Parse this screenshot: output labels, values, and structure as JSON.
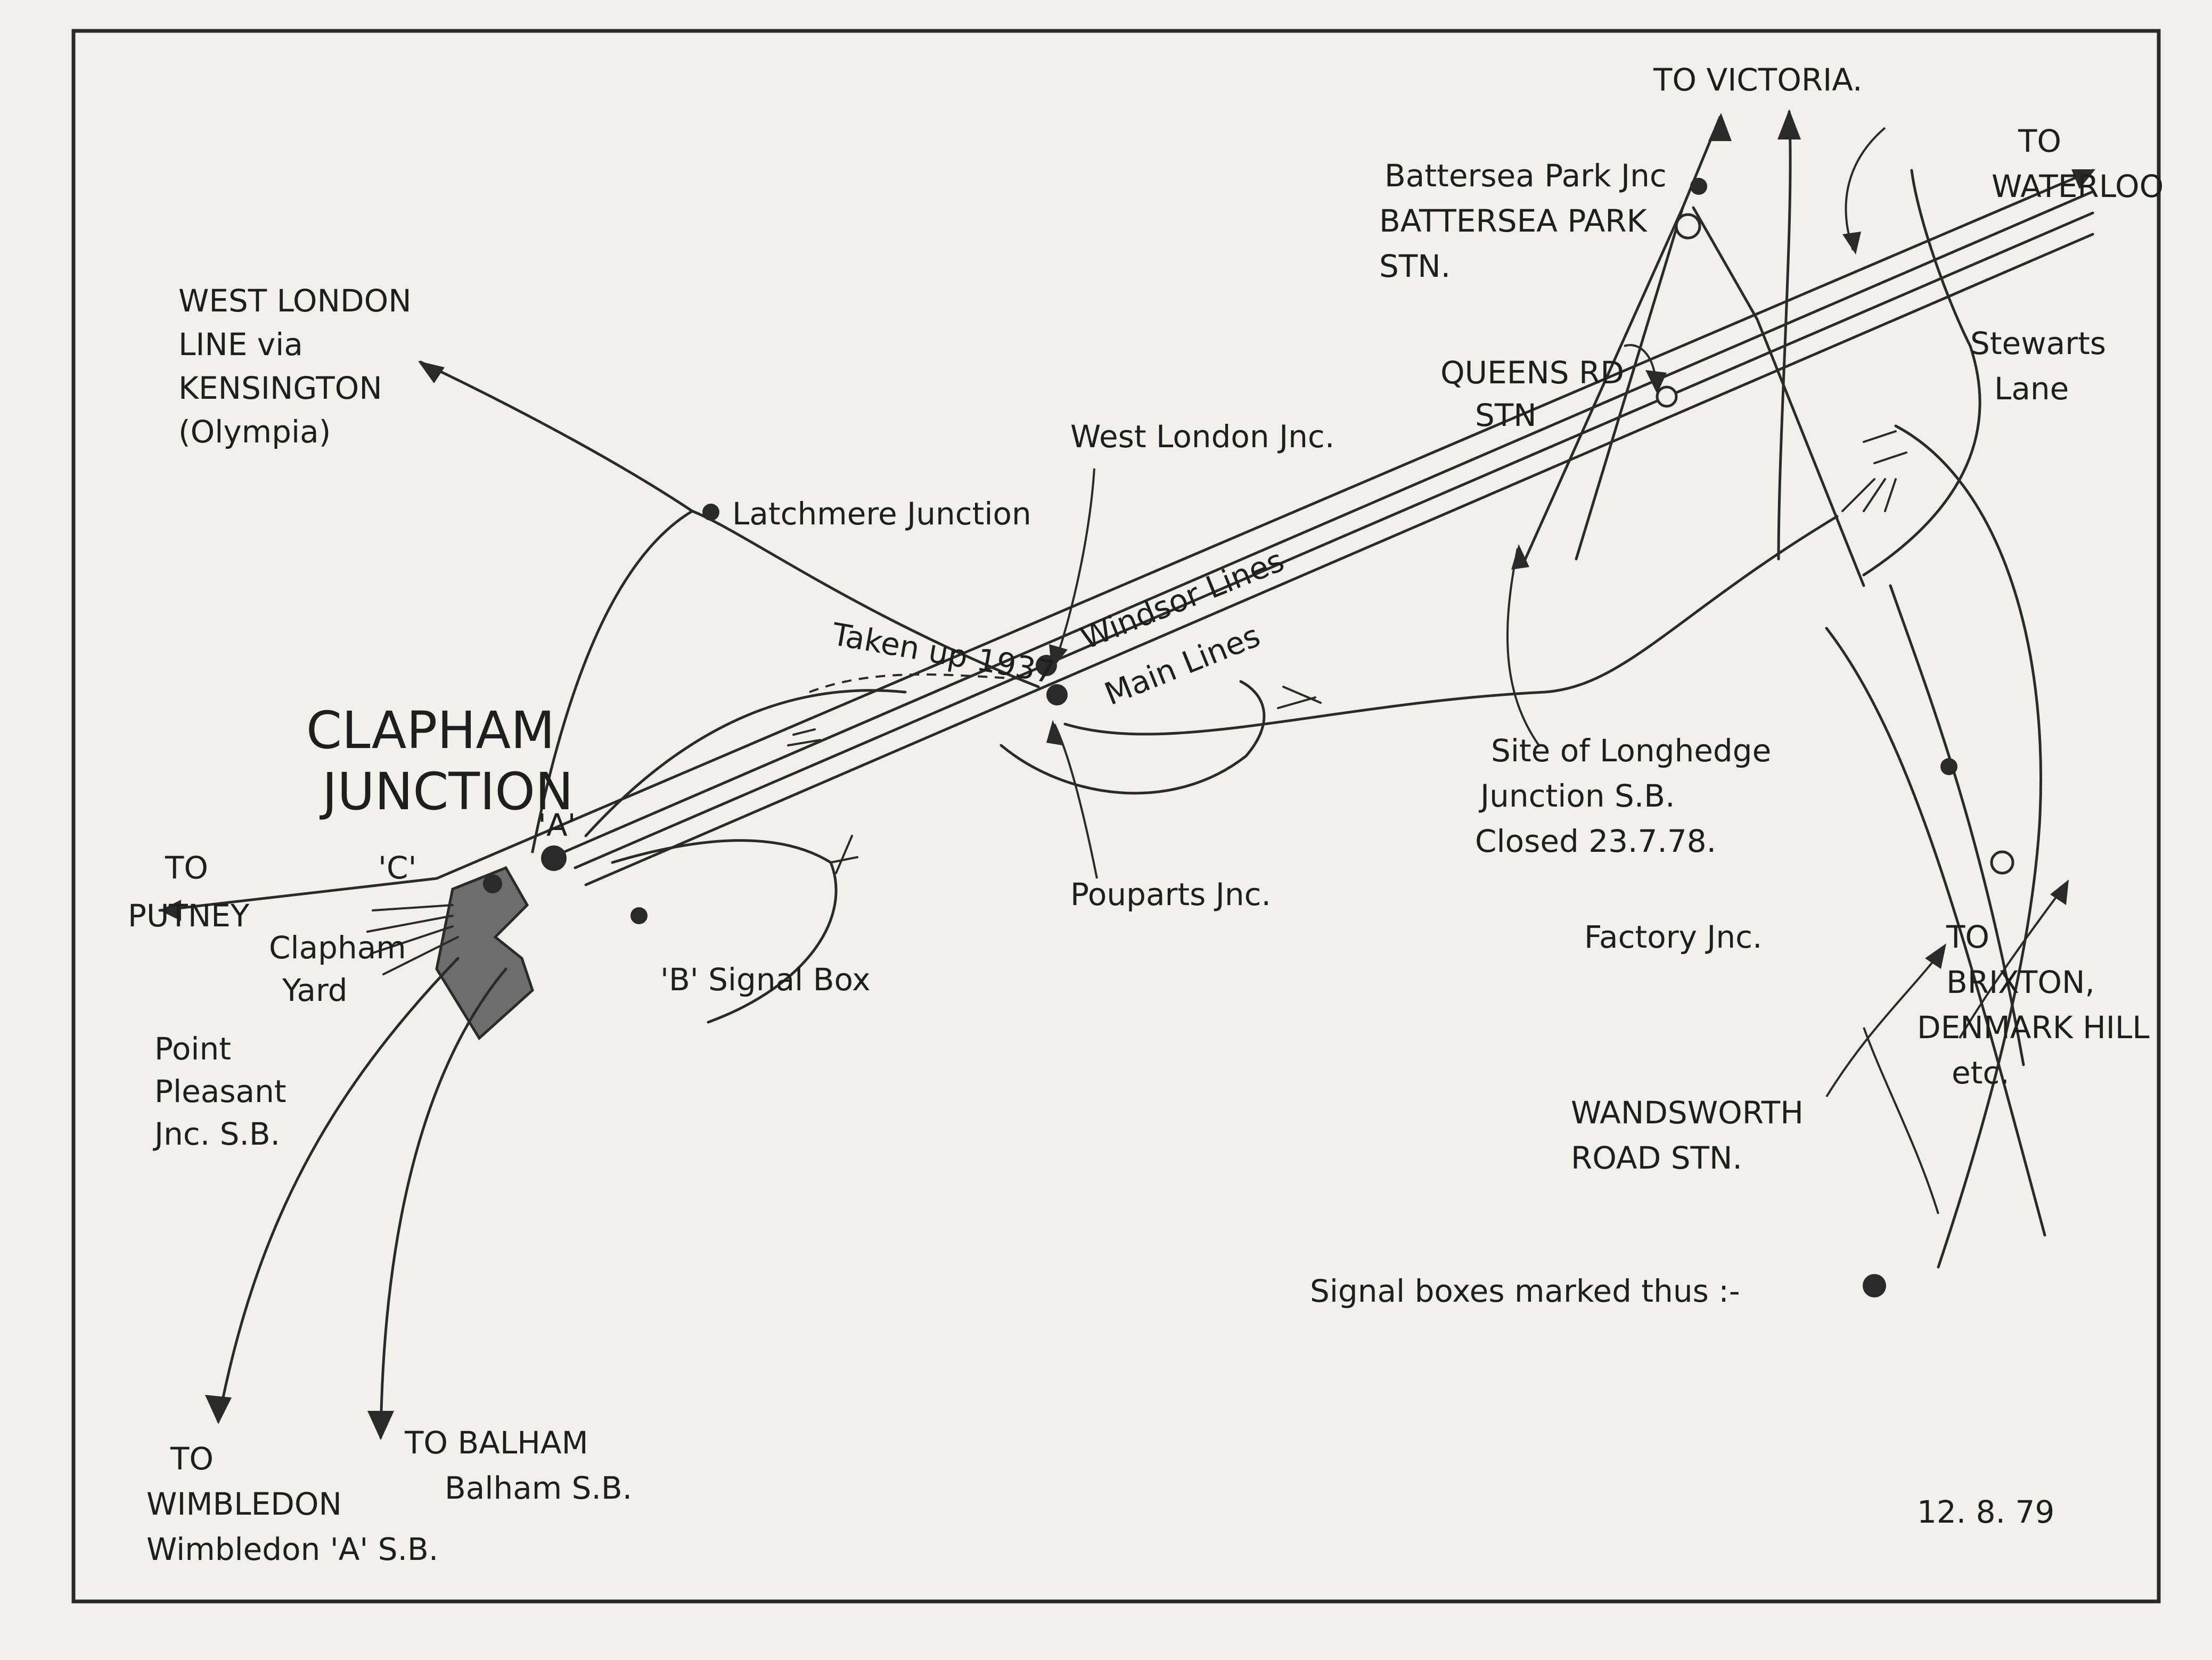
{
  "labels": {
    "west_london_line": [
      "WEST LONDON",
      "LINE via",
      "KENSINGTON",
      "(Olympia)"
    ],
    "latchmere_junction": "Latchmere Junction",
    "west_london_jnc": "West London Jnc.",
    "windsor_lines": "Windsor Lines",
    "main_lines": "Main Lines",
    "taken_up": "Taken up 1937",
    "clapham_junction": [
      "CLAPHAM",
      "JUNCTION"
    ],
    "box_a": "'A'",
    "box_b": "'B' Signal Box",
    "box_c": "'C'",
    "to_putney": [
      "TO",
      "PUTNEY"
    ],
    "point_pleasant": [
      "Point",
      "Pleasant",
      "Jnc. S.B."
    ],
    "clapham_yard": [
      "Clapham",
      "Yard"
    ],
    "to_wimbledon": [
      "TO",
      "WIMBLEDON",
      "Wimbledon 'A' S.B."
    ],
    "to_balham": [
      "TO BALHAM",
      "Balham S.B."
    ],
    "pouparts_jnc": "Pouparts Jnc.",
    "longhedge": [
      "Site of Longhedge",
      "Junction S.B.",
      "Closed 23.7.78."
    ],
    "queens_rd": [
      "QUEENS RD",
      "STN"
    ],
    "battersea_park_jnc": "Battersea Park Jnc",
    "battersea_park_stn": [
      "BATTERSEA PARK",
      "STN."
    ],
    "to_victoria": "TO VICTORIA.",
    "to_waterloo": [
      "TO",
      "WATERLOO"
    ],
    "stewarts_lane": [
      "Stewarts",
      "Lane"
    ],
    "factory_jnc": "Factory Jnc.",
    "wandsworth_road": [
      "WANDSWORTH",
      "ROAD STN."
    ],
    "to_brixton": [
      "TO",
      "BRIXTON,",
      "DENMARK HILL",
      "etc."
    ],
    "legend": "Signal boxes marked thus :-",
    "date": "12. 8. 79"
  },
  "colors": {
    "ink": "#2a2a2a",
    "paper": "#f1f0ea"
  }
}
